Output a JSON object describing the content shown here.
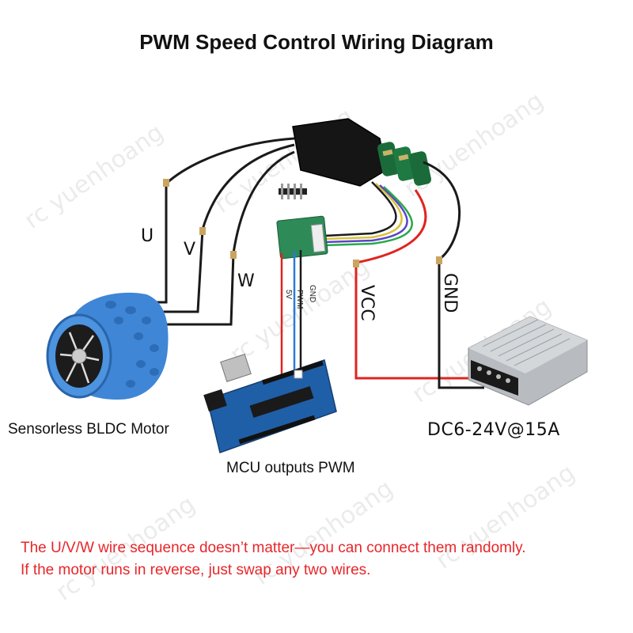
{
  "title": "PWM Speed Control Wiring Diagram",
  "watermark": "rc yuenhoang",
  "wire_labels": {
    "u": "U",
    "v": "V",
    "w": "W",
    "vcc": "VCC",
    "gnd": "GND"
  },
  "pin_labels": {
    "v5": "5V",
    "pwm": "PWM",
    "gnd": "GND"
  },
  "captions": {
    "motor": "Sensorless BLDC Motor",
    "mcu": "MCU outputs PWM",
    "psu": "DC6-24V@15A"
  },
  "notes": [
    "The U/V/W wire sequence doesn’t matter—you can connect them randomly.",
    "If the motor runs in reverse, just swap any two wires."
  ],
  "colors": {
    "wire_black": "#1a1a1a",
    "wire_red": "#e0241f",
    "wire_blue": "#2a7ad8",
    "motor_blue": "#3f86d6",
    "note_red": "#e8262a",
    "board_blue": "#1f5fa8",
    "pcb_green": "#2e8b57"
  }
}
